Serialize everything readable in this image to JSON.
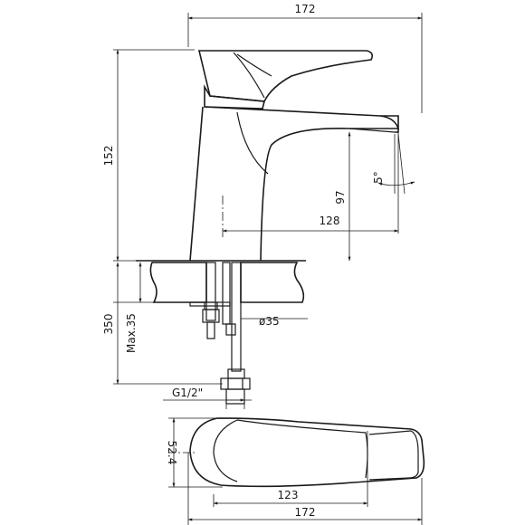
{
  "dimensions": {
    "top_width": "172",
    "height": "152",
    "spout_height": "97",
    "spout_reach": "128",
    "angle": "5°",
    "hose_length": "350",
    "deck_thickness": "Max.35",
    "hole_diameter": "ø35",
    "thread": "G1/2\"",
    "plan_depth": "52.4",
    "plan_reach": "123",
    "plan_width": "172"
  },
  "colors": {
    "line": "#1a1a1a",
    "background": "#ffffff",
    "hatch_fill": "#e6e6e6"
  }
}
